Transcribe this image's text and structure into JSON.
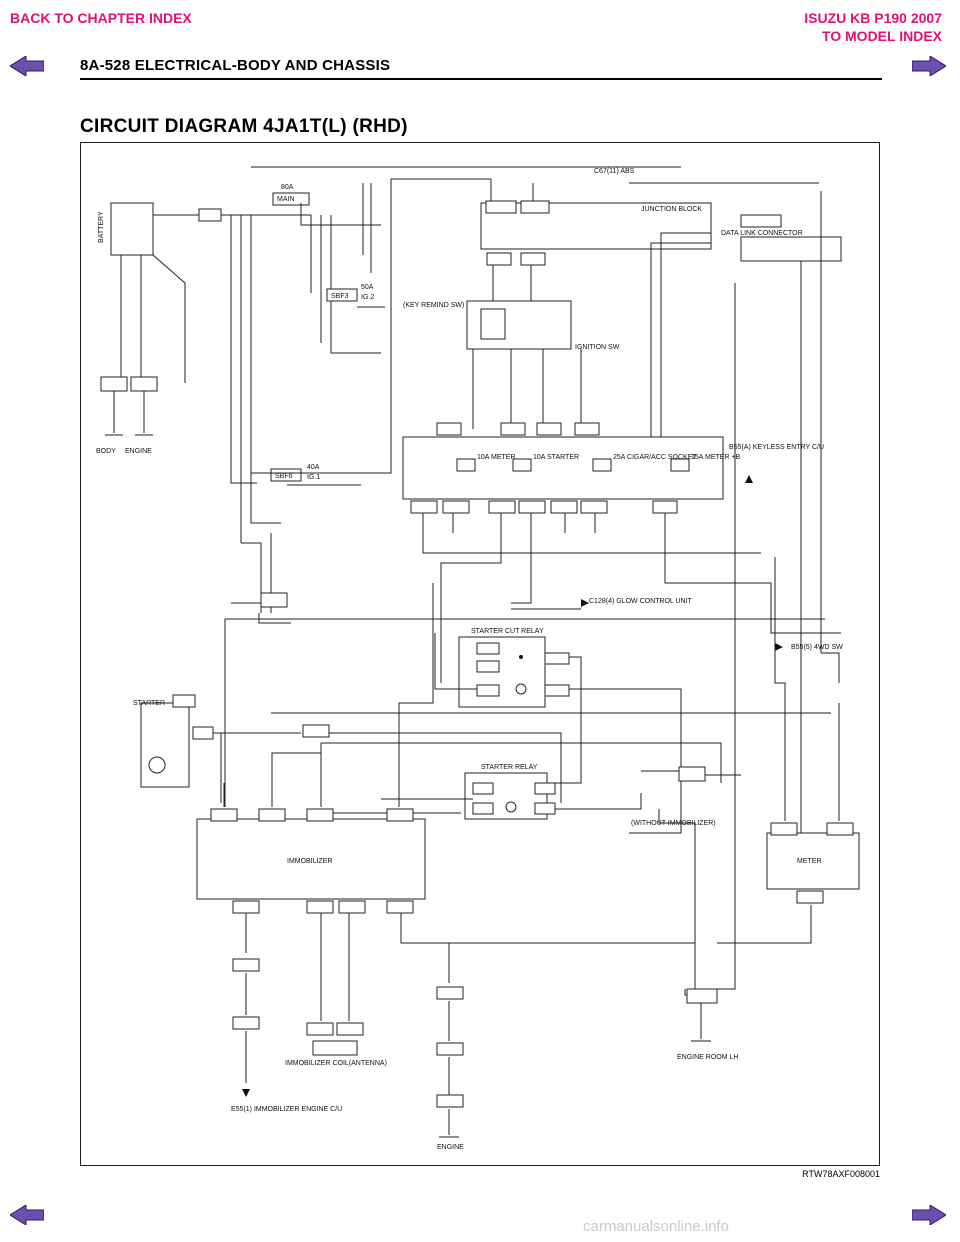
{
  "nav": {
    "back_to_chapter": "BACK TO CHAPTER INDEX",
    "model_title": "ISUZU KB P190 2007",
    "to_model_index": "TO MODEL INDEX",
    "color": "#e0107a"
  },
  "header": {
    "section": "8A-528  ELECTRICAL-BODY AND CHASSIS"
  },
  "diagram": {
    "title": "CIRCUIT DIAGRAM 4JA1T(L) (RHD)",
    "figure_code": "RTW78AXF008001",
    "components": {
      "battery": "BATTERY",
      "main_fuse": "MAIN",
      "main_fuse_amp": "80A",
      "ig2_fuse": "SBF3",
      "ig2_amp": "50A",
      "ig2_label": "IG.2",
      "ig1_fuse": "SBF6",
      "ig1_amp": "40A",
      "ig1_label": "IG.1",
      "junction_block": "JUNCTION BLOCK",
      "data_link": "DATA LINK CONNECTOR",
      "key_remind": "(KEY REMIND SW)",
      "ignition_sw": "IGNITION SW",
      "fuse_meter": "10A METER",
      "fuse_starter": "10A STARTER",
      "fuse_cigar": "25A CIGAR/ACC SOCKET",
      "fuse_meter_b": "15A METER +B",
      "keyless_entry": "B55(A) KEYLESS ENTRY C/U",
      "glow_control": "C128(4) GLOW CONTROL UNIT",
      "starter_cut_relay": "STARTER CUT RELAY",
      "fourwd_sw": "B55(5) 4WD SW",
      "starter": "STARTER",
      "starter_relay": "STARTER RELAY",
      "without_immobilizer": "(WITHOUT IMMOBILIZER)",
      "immobilizer": "IMMOBILIZER",
      "meter": "METER",
      "immobilizer_coil": "IMMOBILIZER COIL(ANTENNA)",
      "immobilizer_ecu": "E55(1) IMMOBILIZER ENGINE C/U",
      "engine_room": "ENGINE ROOM LH",
      "ground_body": "BODY",
      "ground_engine": "ENGINE",
      "ground_engine2": "ENGINE",
      "abs": "C67(11) ABS"
    }
  }
}
